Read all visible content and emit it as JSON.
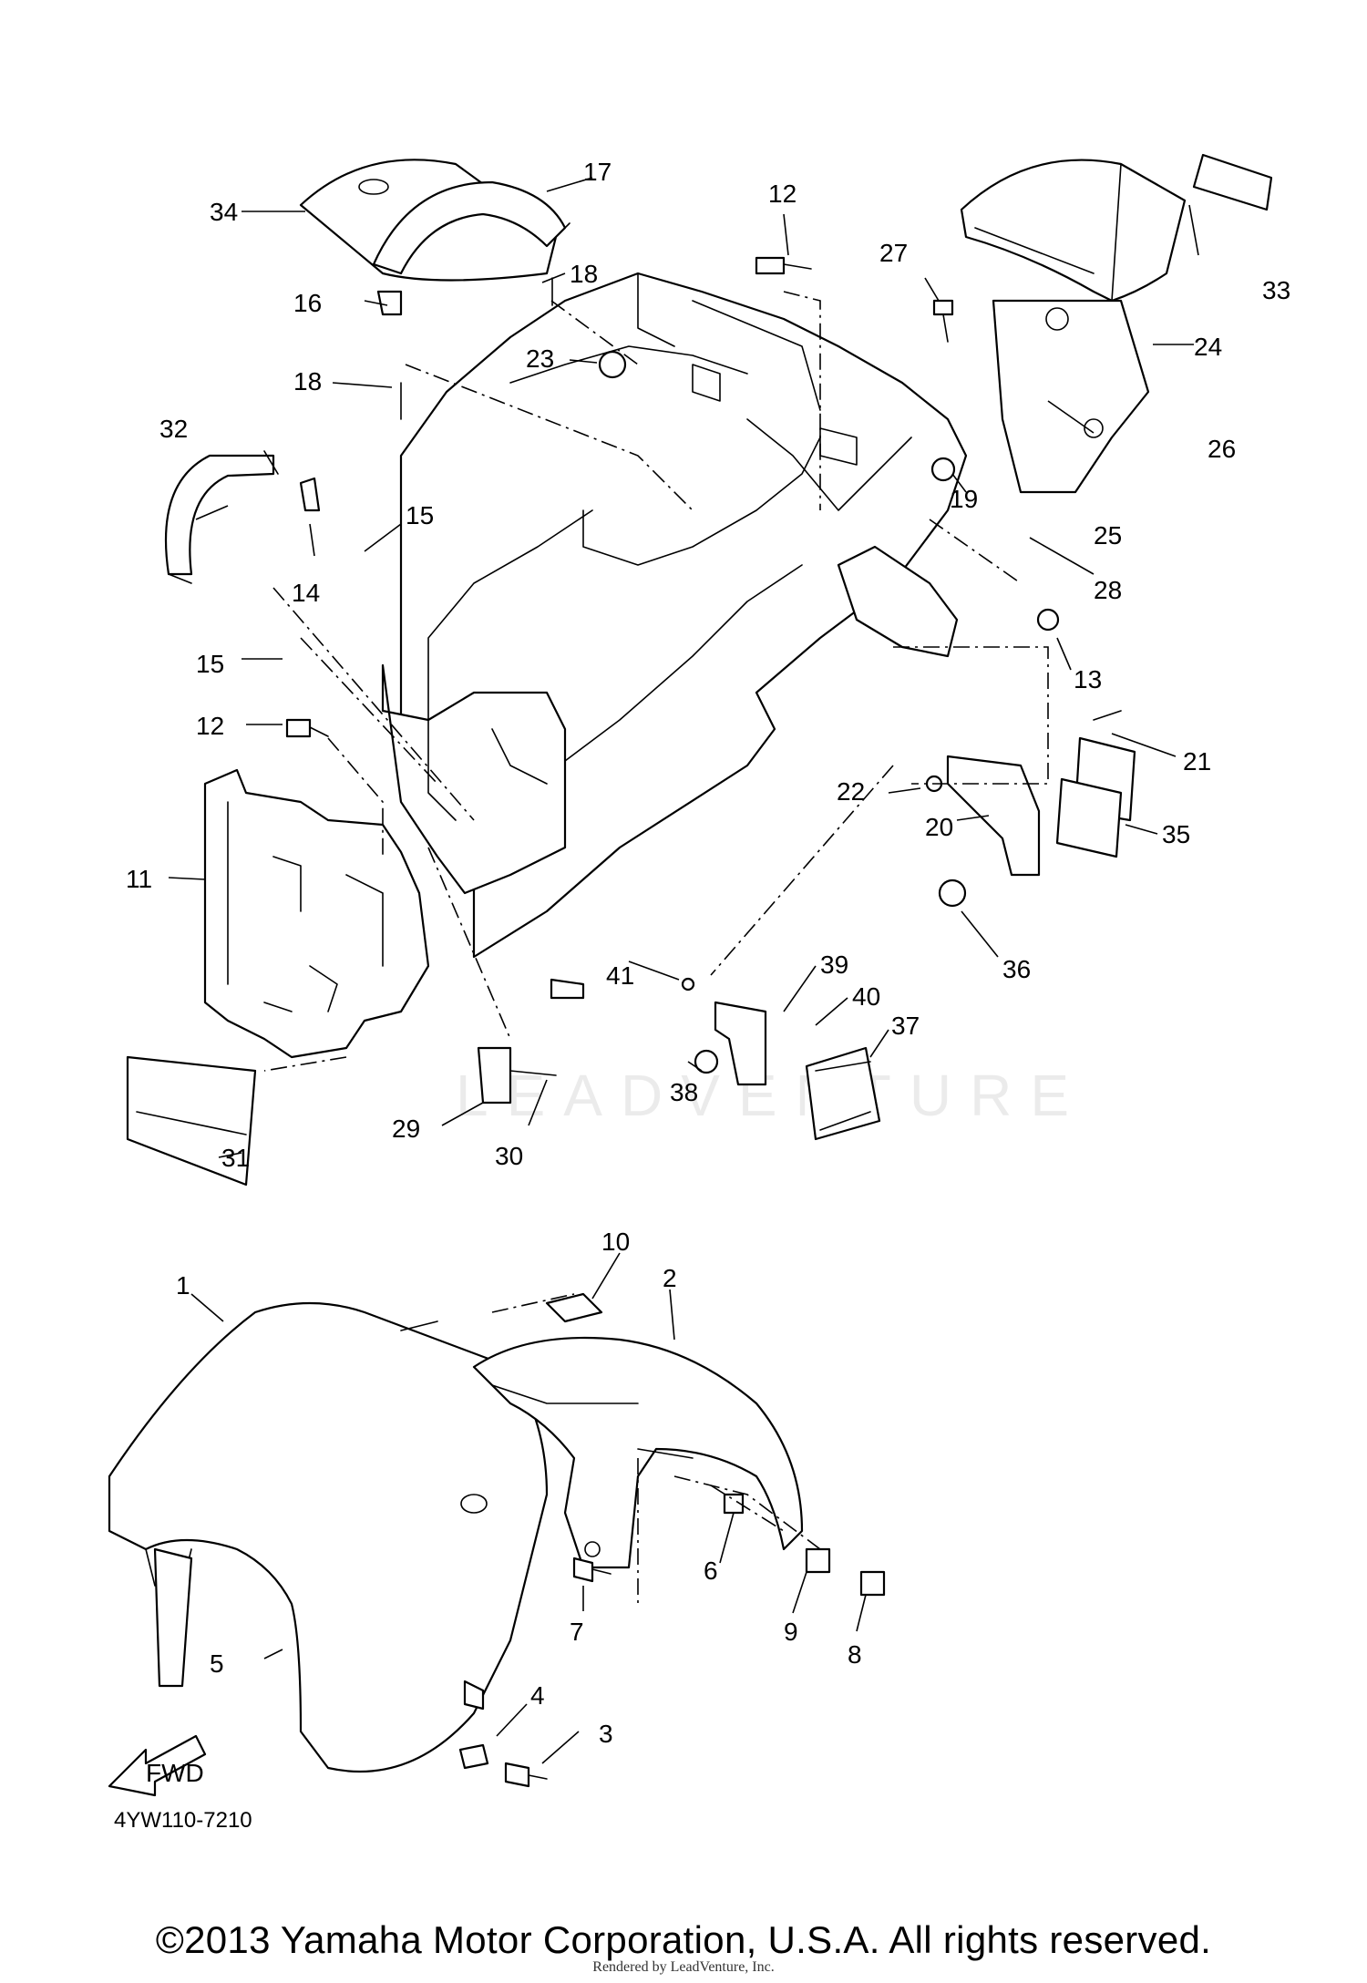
{
  "diagram": {
    "code": "4YW110-7210",
    "fwd_label": "FWD",
    "watermark": "LEADVENTURE",
    "callouts": {
      "c1": "1",
      "c2": "2",
      "c3": "3",
      "c4": "4",
      "c5": "5",
      "c6": "6",
      "c7": "7",
      "c8": "8",
      "c9": "9",
      "c10": "10",
      "c11": "11",
      "c12a": "12",
      "c12b": "12",
      "c13": "13",
      "c14": "14",
      "c15a": "15",
      "c15b": "15",
      "c16": "16",
      "c17": "17",
      "c18a": "18",
      "c18b": "18",
      "c19": "19",
      "c20": "20",
      "c21": "21",
      "c22": "22",
      "c23": "23",
      "c24": "24",
      "c25": "25",
      "c26": "26",
      "c27": "27",
      "c28": "28",
      "c29": "29",
      "c30": "30",
      "c31": "31",
      "c32": "32",
      "c33": "33",
      "c34": "34",
      "c35": "35",
      "c36": "36",
      "c37": "37",
      "c38": "38",
      "c39": "39",
      "c40": "40",
      "c41": "41"
    }
  },
  "footer": {
    "copyright": "©2013 Yamaha Motor Corporation, U.S.A. All rights reserved.",
    "rendered_by": "Rendered by LeadVenture, Inc."
  }
}
